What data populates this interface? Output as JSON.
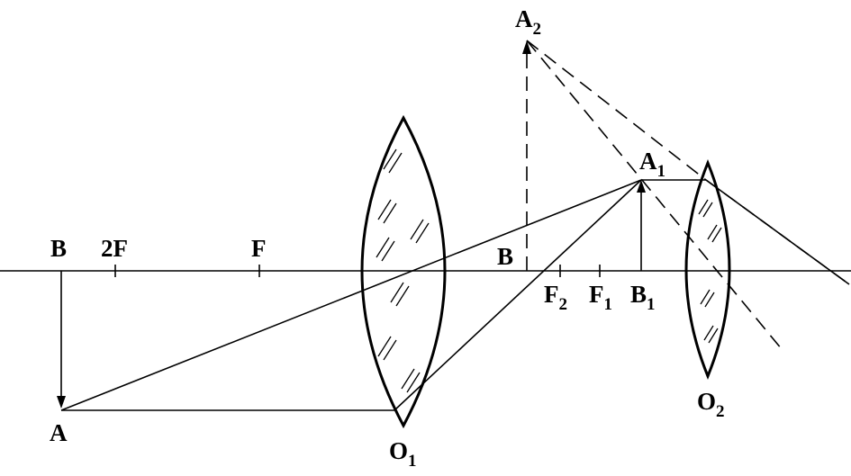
{
  "diagram": {
    "labels": {
      "B_object": "B",
      "A_object": "A",
      "two_F": "2F",
      "F": "F",
      "B_image2_foot": "B",
      "F2": "F",
      "F2_sub": "2",
      "F1": "F",
      "F1_sub": "1",
      "B1": "B",
      "B1_sub": "1",
      "A1": "A",
      "A1_sub": "1",
      "A2": "A",
      "A2_sub": "2",
      "O1": "O",
      "O1_sub": "1",
      "O2": "O",
      "O2_sub": "2"
    }
  }
}
